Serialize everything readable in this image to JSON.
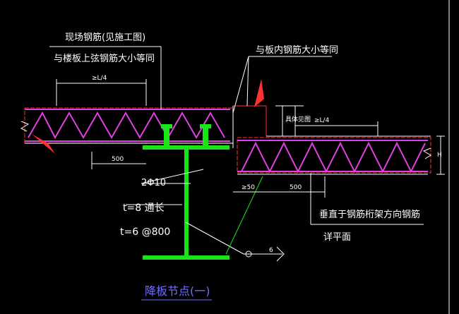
{
  "notes": {
    "left_rebar_line1": "现场钢筋(见施工图)",
    "left_rebar_line2": "与楼板上弦钢筋大小等同",
    "right_rebar": "与板内钢筋大小等同",
    "perp_rebar": "垂直于钢筋桁架方向钢筋",
    "detail_plan": "详平面"
  },
  "dims": {
    "left_span": "≥L/4",
    "right_span": "≥L/4",
    "left_500": "500",
    "right_500": "500",
    "min_50": "≥50",
    "slab_h": "H",
    "small_note": "具体见图"
  },
  "labels": {
    "bars": "2Φ10",
    "t8": "t=8 通长",
    "t6": "t=6 @800",
    "section_num": "6",
    "title": "降板节点(一)"
  },
  "colors": {
    "slab_outline": "#d12a2a",
    "truss": "#e040e0",
    "steel": "#19e619",
    "dim_line": "#ffffff",
    "leader": "#ffffff",
    "title": "#6f6fff",
    "arrow": "#ff3333"
  }
}
